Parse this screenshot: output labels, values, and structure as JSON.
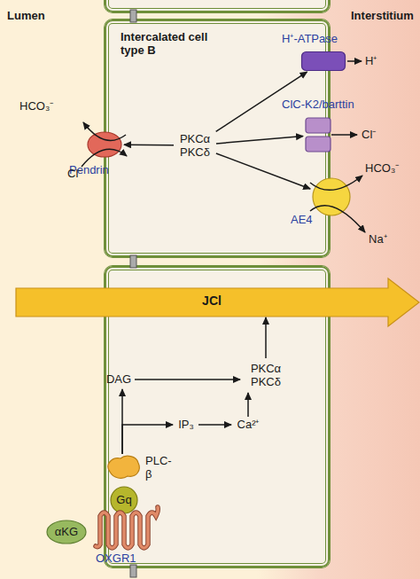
{
  "diagram": {
    "nodes": [
      {
        "text": [
          "Intercalated cell type B"
        ]
      },
      {
        "text": [
          "Pendrin"
        ],
        "in": 0
      },
      {
        "text": [
          "PKCα PKCδ"
        ],
        "in": 0
      },
      {
        "text": [
          "H⁺-ATPase"
        ],
        "in": 0
      },
      {
        "text": [
          "ClC-K2/barttin"
        ],
        "in": 0
      },
      {
        "text": [
          "AE4"
        ],
        "in": 0
      },
      {
        "text": [
          "JCl"
        ]
      },
      {
        "text": [
          "DAG"
        ]
      },
      {
        "text": [
          "PKCα PKCδ"
        ]
      },
      {
        "text": [
          "IP₃"
        ]
      },
      {
        "text": [
          "Ca²⁺"
        ]
      },
      {
        "text": [
          "PLC-β"
        ]
      },
      {
        "text": [
          "Gq"
        ]
      },
      {
        "text": [
          "OXGR1"
        ]
      },
      {
        "text": [
          "αKG"
        ]
      }
    ],
    "edges": [
      {
        "from": 2,
        "to": 1,
        "arrow": "to"
      },
      {
        "from": 2,
        "to": 3,
        "arrow": "to"
      },
      {
        "from": 2,
        "to": 4,
        "arrow": "to"
      },
      {
        "from": 2,
        "to": 5,
        "arrow": "to"
      },
      {
        "from": 11,
        "to": 7,
        "arrow": "to"
      },
      {
        "from": 11,
        "to": 9,
        "arrow": "to"
      },
      {
        "from": 9,
        "to": 10,
        "arrow": "to"
      },
      {
        "from": 10,
        "to": 8,
        "arrow": "to"
      },
      {
        "from": 7,
        "to": 8,
        "arrow": "to"
      },
      {
        "from": 8,
        "to": 6,
        "arrow": "to"
      }
    ],
    "labels": [
      "Lumen",
      "Interstitium",
      "HCO₃⁻",
      "Cl⁻",
      "H⁺",
      "Cl⁻",
      "HCO₃⁻",
      "Na⁺"
    ]
  }
}
